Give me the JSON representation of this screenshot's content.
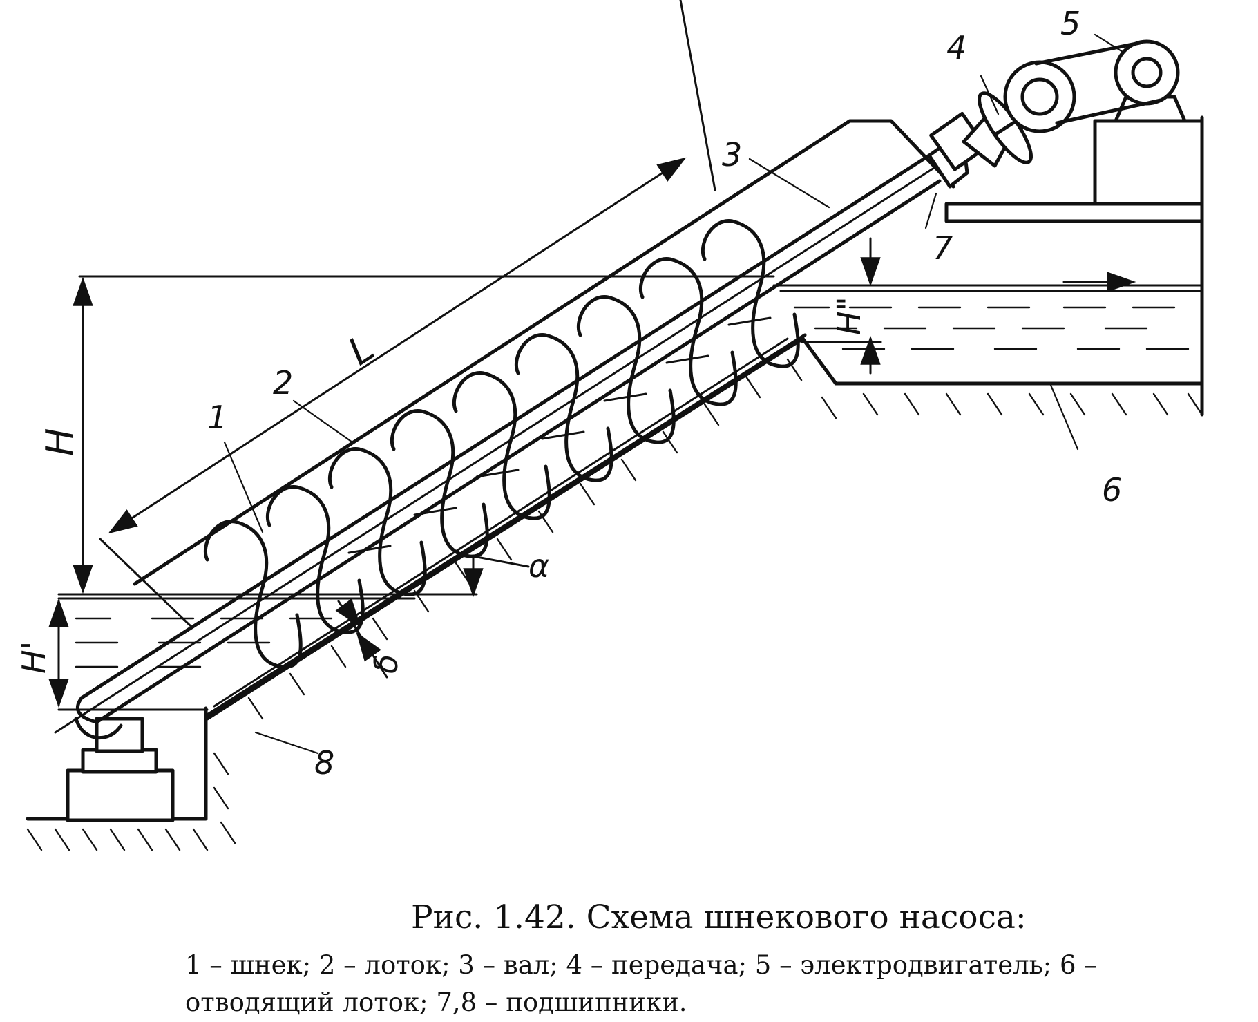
{
  "diagram": {
    "labels": {
      "screw": "1",
      "trough": "2",
      "shaft": "3",
      "transmission": "4",
      "motor": "5",
      "outlet": "6",
      "bearing_top": "7",
      "bearing_bottom": "8",
      "length": "L",
      "height": "H",
      "inlet_depth": "H'",
      "outlet_depth": "H\"",
      "angle": "α",
      "gap": "δ"
    }
  },
  "caption": {
    "title": "Рис. 1.42. Схема шнекового насоса:",
    "legend": "1 – шнек; 2 – лоток; 3 – вал; 4 – передача; 5 – электродвигатель; 6 – отводящий лоток; 7,8 – подшипники."
  }
}
